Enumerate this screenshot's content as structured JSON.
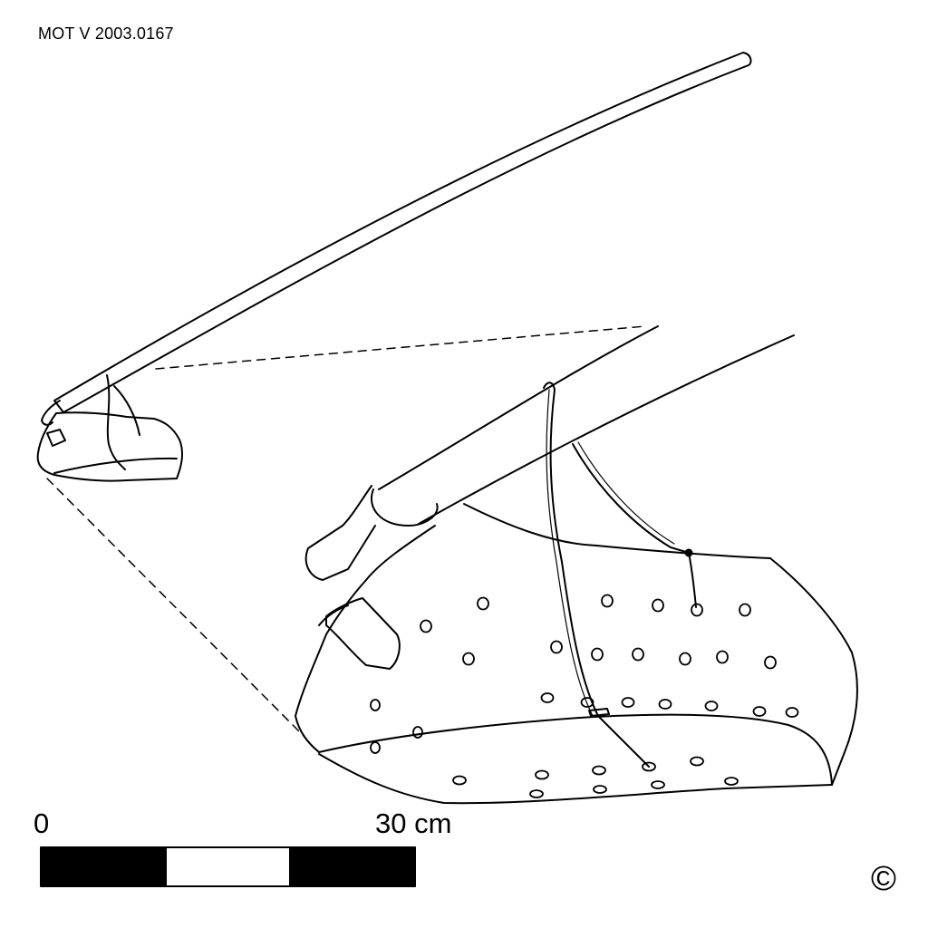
{
  "drawing": {
    "catalog_number": "MOT V 2003.0167",
    "scale_bar": {
      "start_label": "0",
      "end_label": "30 cm",
      "segments": [
        "black",
        "white",
        "black"
      ]
    },
    "copyright_symbol": "©",
    "ink_color": "#000000",
    "background_color": "#ffffff"
  }
}
